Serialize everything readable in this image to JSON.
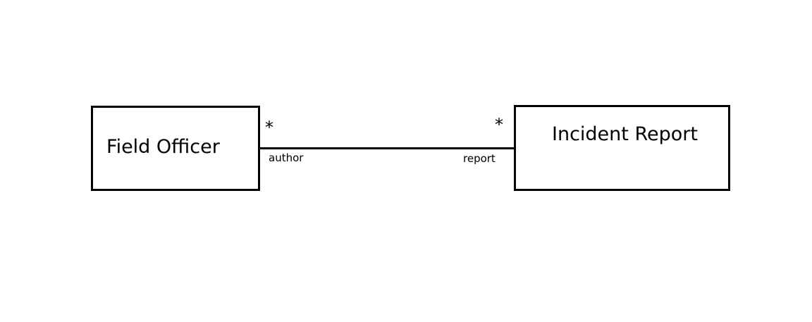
{
  "diagram": {
    "classes": [
      {
        "name": "Field Officer"
      },
      {
        "name": "Incident Report"
      }
    ],
    "association": {
      "left_multiplicity": "*",
      "left_role": "author",
      "right_multiplicity": "*",
      "right_role": "report"
    },
    "colors": {
      "line": "#000000",
      "background": "#ffffff"
    }
  }
}
